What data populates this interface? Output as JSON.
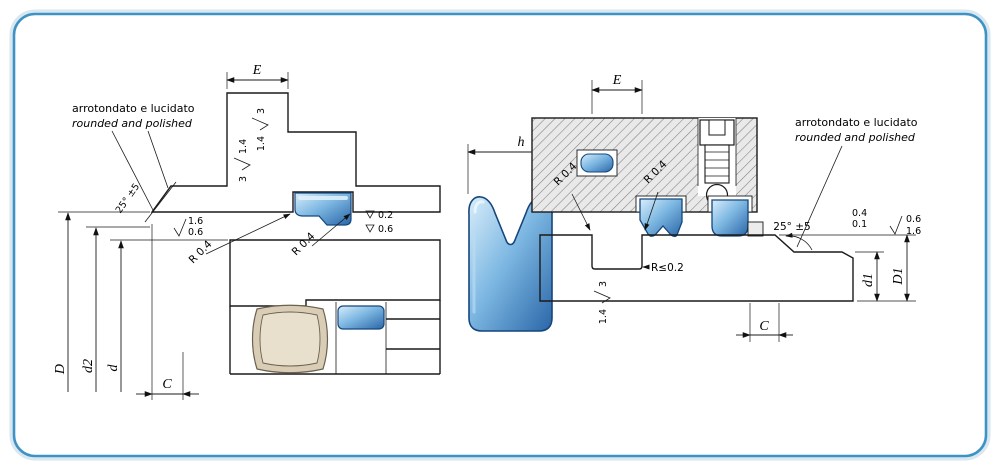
{
  "drawing": {
    "left": {
      "note_line1": "arrotondato e lucidato",
      "note_line2": "rounded and polished",
      "chamfer_angle": "25° ±5",
      "roughness_entry_top": "1.6",
      "roughness_entry_bottom": "0.6",
      "radius_left": "R 0.4",
      "radius_right": "R 0.4",
      "roughness_groove_top": "0.2",
      "roughness_groove_bottom": "0.6",
      "finish_mark_top_a": "3",
      "finish_mark_top_b": "1.4",
      "finish_mark_side_a": "1.4",
      "finish_mark_side_b": "3",
      "dim_groove_width": "E",
      "dim_bore": "D",
      "dim_seal_inner": "d2",
      "dim_rod": "d",
      "dim_groove_depth": "C"
    },
    "seal": {
      "dim_height": "h"
    },
    "right": {
      "dim_groove_width": "E",
      "radius_left": "R 0.4",
      "radius_right": "R 0.4",
      "note_line1": "arrotondato e lucidato",
      "note_line2": "rounded and polished",
      "chamfer_angle": "25° ±5",
      "chamfer_top": "0.4",
      "chamfer_bottom": "0.1",
      "roughness_top": "0.6",
      "roughness_bottom": "1.6",
      "groove_radius": "R≤0.2",
      "finish_mark_a": "3",
      "finish_mark_b": "1.4",
      "dim_rod_small": "d1",
      "dim_rod_large": "D1",
      "dim_chamfer_length": "C"
    },
    "frame_color": "#3f93c4"
  }
}
